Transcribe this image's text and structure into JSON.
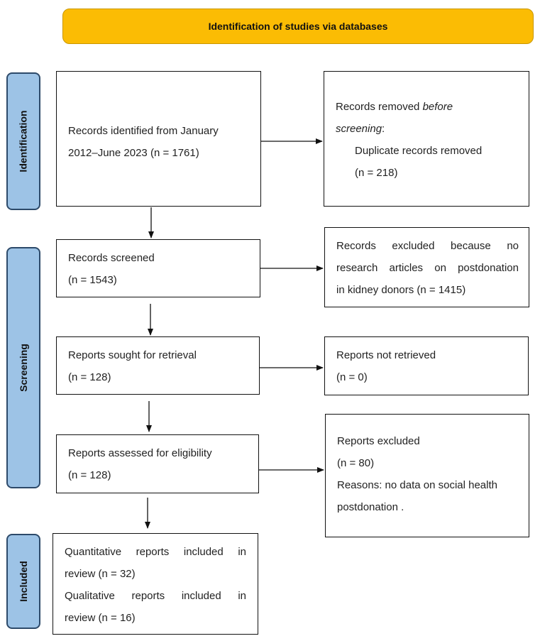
{
  "header": {
    "title": "Identification of studies via databases"
  },
  "phases": {
    "identification": "Identification",
    "screening": "Screening",
    "included": "Included"
  },
  "boxes": {
    "records_identified": {
      "line1": "Records identified from January",
      "line2": "2012–June 2023 (n = 1761)"
    },
    "records_removed": {
      "prefix": "Records removed ",
      "italic1": "before",
      "italic2": "screening",
      "suffix": ":",
      "item": "Duplicate records removed",
      "count": "(n = 218)"
    },
    "records_screened": {
      "line1": "Records screened",
      "line2": "(n = 1543)"
    },
    "records_excluded": {
      "line1": "Records excluded because no",
      "line2": "research articles on postdonation",
      "line3": "in kidney donors (n = 1415)"
    },
    "reports_sought": {
      "line1": "Reports sought for retrieval",
      "line2": "(n = 128)"
    },
    "reports_not_retrieved": {
      "line1": "Reports not retrieved",
      "line2": "(n = 0)"
    },
    "reports_assessed": {
      "line1": "Reports assessed for eligibility",
      "line2": "(n = 128)"
    },
    "reports_excluded": {
      "line1": "Reports excluded",
      "line2": "(n = 80)",
      "line3": "Reasons: no data on social health",
      "line4": "postdonation ."
    },
    "included": {
      "line1": "Quantitative reports included in",
      "line2": "review (n = 32)",
      "line3": "Qualitative reports included in",
      "line4": "review (n = 16)"
    }
  }
}
